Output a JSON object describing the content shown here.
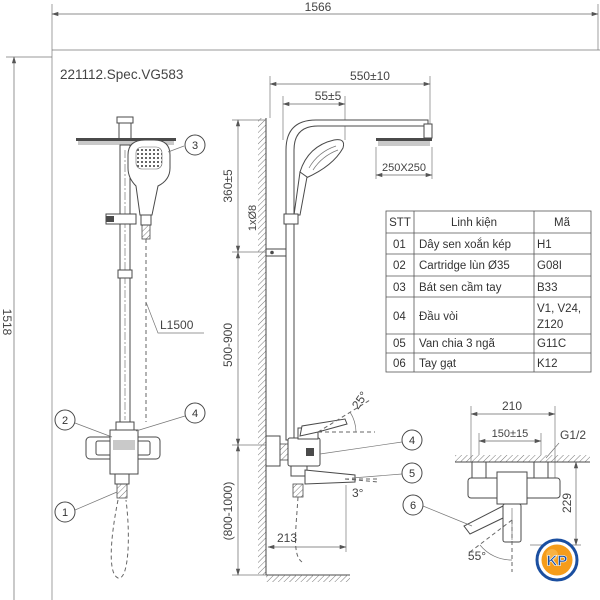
{
  "drawing_code": "221112.Spec.VG583",
  "dimensions": {
    "overall_width": "1566",
    "overall_height": "1518",
    "arm_length": "550±10",
    "arm_offset": "55±5",
    "head_size": "250X250",
    "head_to_bracket": "360±5",
    "bracket_hole": "1xØ8",
    "bracket_to_mixer": "500-900",
    "mixer_height": "(800-1000)",
    "hose_length": "L1500",
    "lever_angle": "25°",
    "spout_angle": "3°",
    "spout_projection": "213",
    "mixer_width": "210",
    "inlet_spacing": "150±15",
    "inlet_thread": "G1/2",
    "mixer_depth": "229",
    "lever_swing": "55°"
  },
  "callouts": {
    "front_hand_shower": "3",
    "front_cartridge": "2",
    "front_spout": "4",
    "front_hose": "1",
    "side_spout": "4",
    "side_diverter": "5",
    "detail_lever": "6"
  },
  "parts_table": {
    "headers": [
      "STT",
      "Linh kiện",
      "Mã"
    ],
    "rows": [
      {
        "no": "01",
        "part": "Dây sen xoắn kép",
        "code": "H1"
      },
      {
        "no": "02",
        "part": "Cartridge lùn Ø35",
        "code": "G08I"
      },
      {
        "no": "03",
        "part": "Bát sen cầm tay",
        "code": "B33"
      },
      {
        "no": "04",
        "part": "Đầu vòi",
        "code_lines": [
          "V1, V24,",
          "Z120"
        ]
      },
      {
        "no": "05",
        "part": "Van chia 3 ngã",
        "code": "G11C"
      },
      {
        "no": "06",
        "part": "Tay gạt",
        "code": "K12"
      }
    ]
  },
  "logo": {
    "text": "KP"
  },
  "colors": {
    "line": "#4a4a4a",
    "logo_blue": "#1b4fa0",
    "logo_orange": "#f59c1a"
  }
}
